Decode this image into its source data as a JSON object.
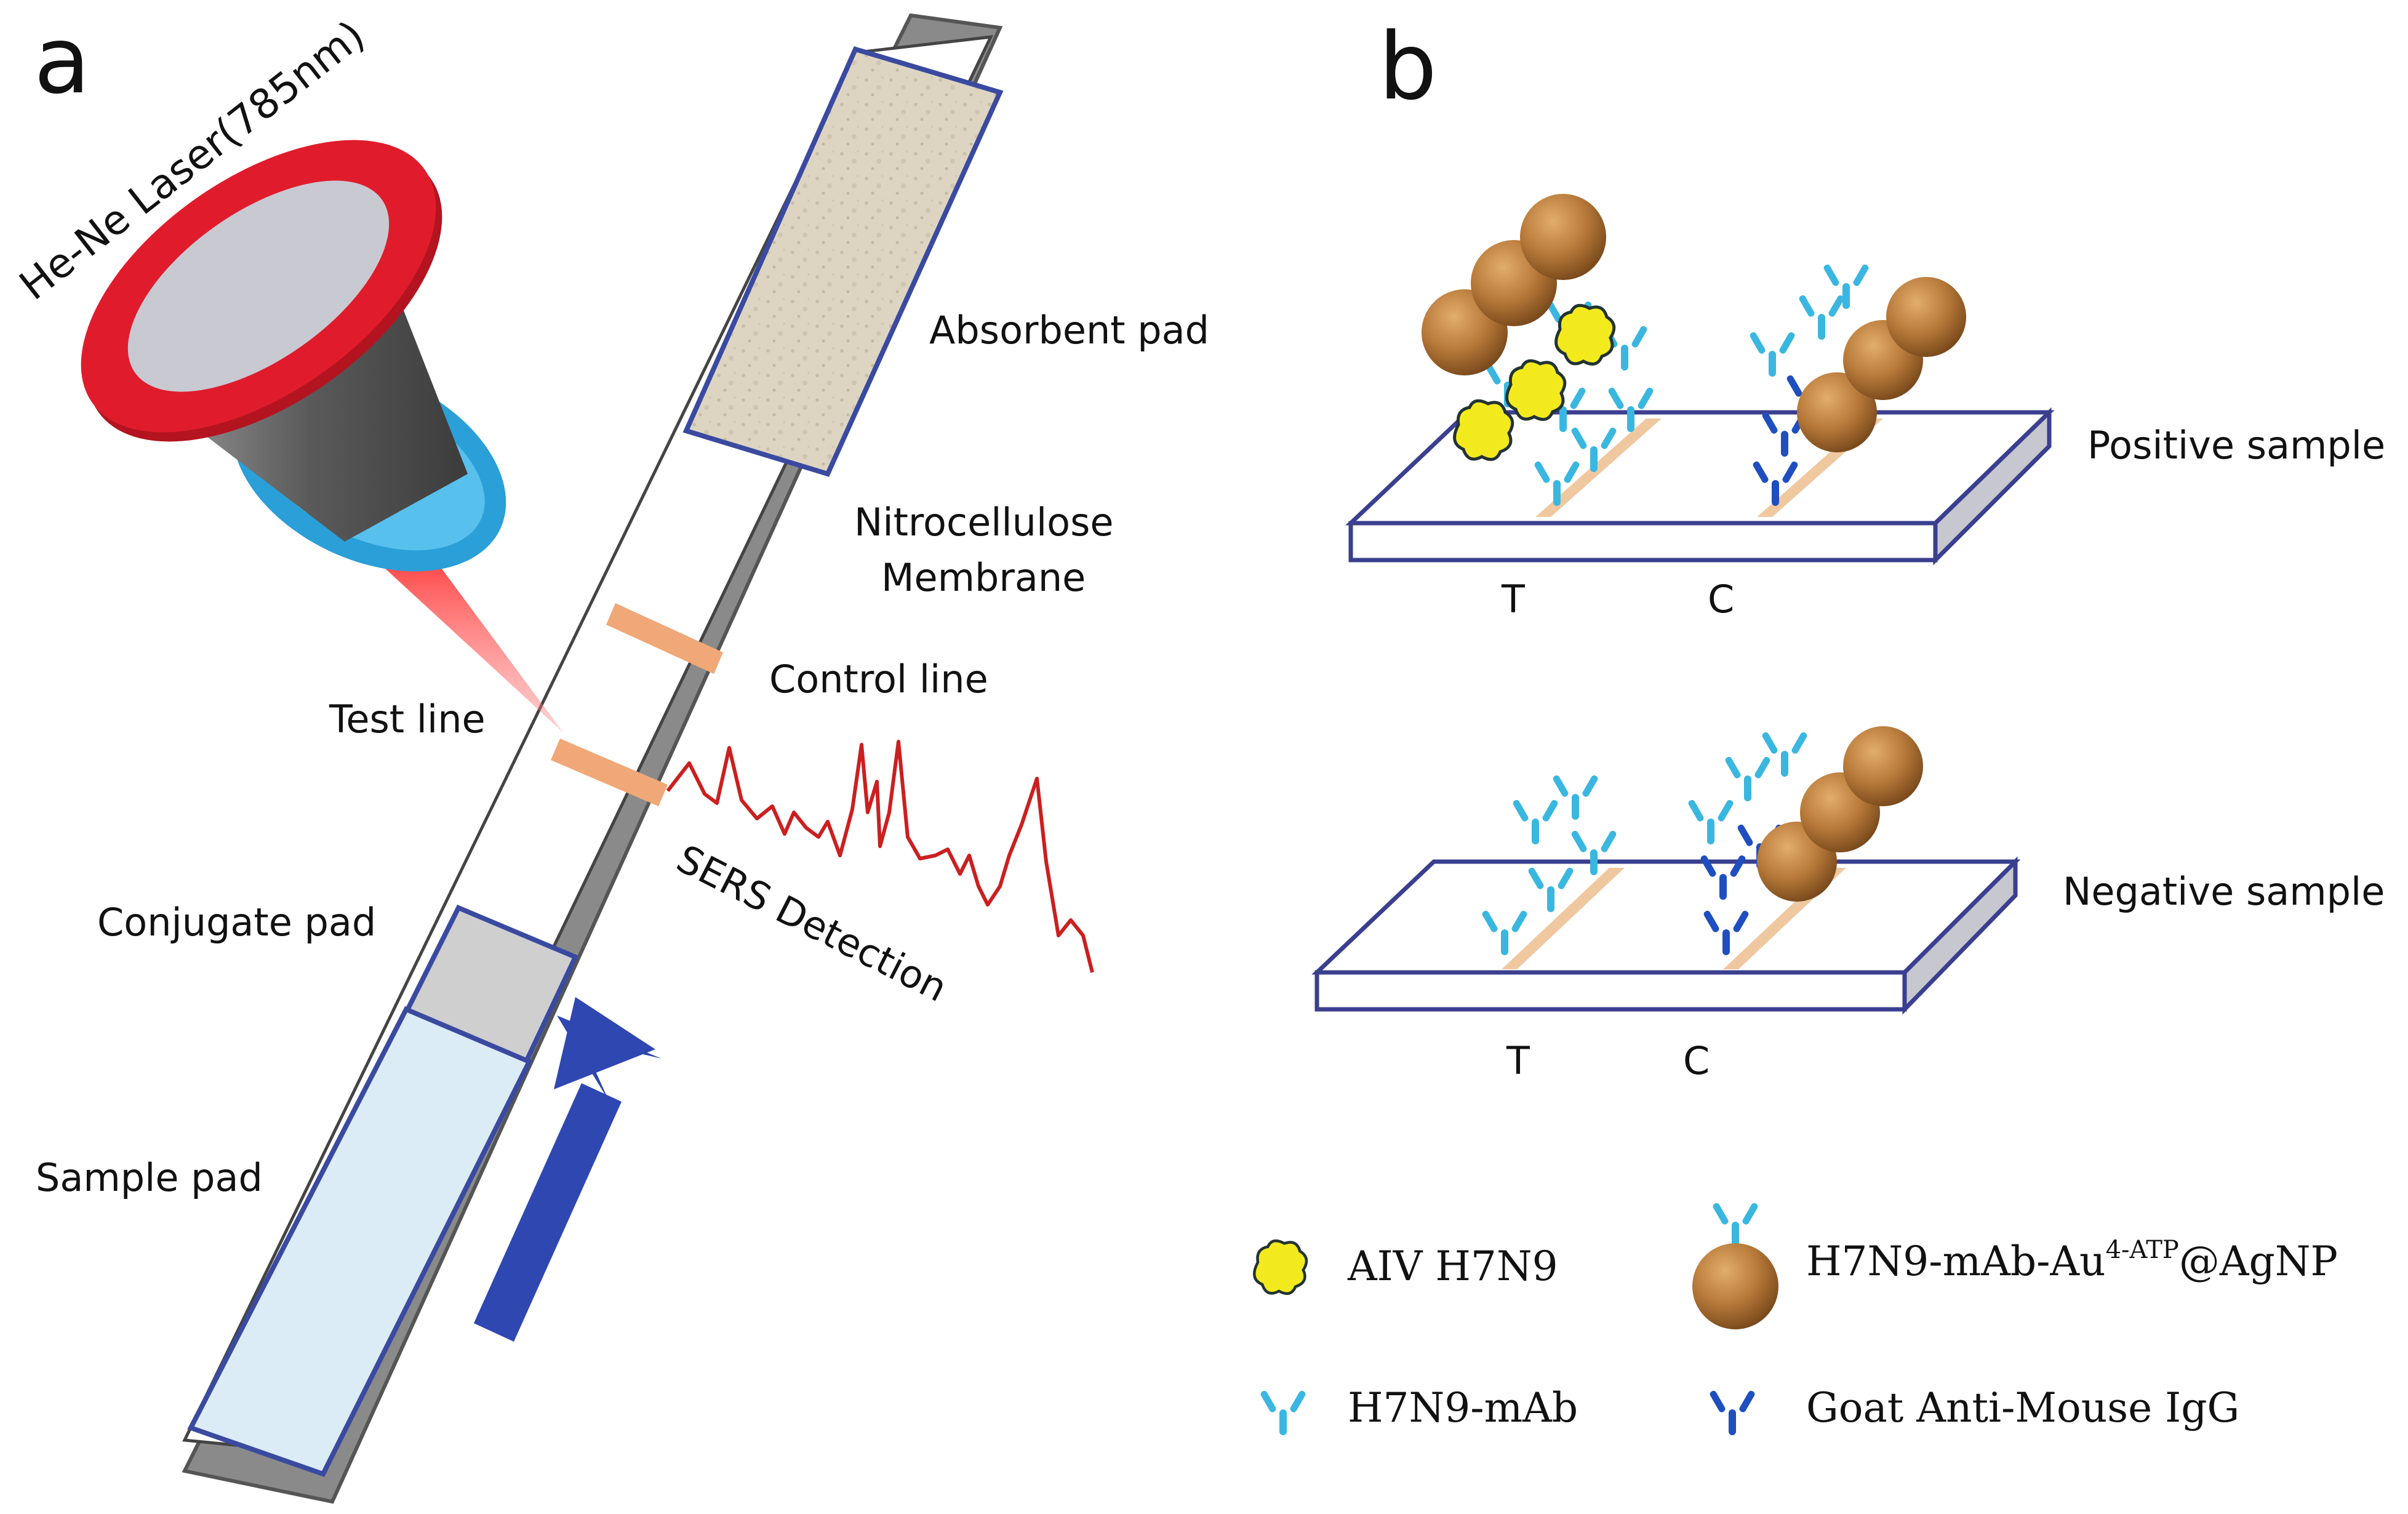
{
  "panel_a": {
    "letter": "a",
    "laser_label": "He-Ne Laser(785nm)",
    "labels": {
      "absorbent_pad": "Absorbent pad",
      "membrane_line1": "Nitrocellulose",
      "membrane_line2": "Membrane",
      "control_line": "Control line",
      "test_line": "Test line",
      "sers_detection": "SERS Detection",
      "conjugate_pad": "Conjugate pad",
      "sample_pad": "Sample pad"
    },
    "colors": {
      "laser_red": "#e01c2c",
      "laser_blue": "#2a9fd8",
      "line_orange": "#f0a878",
      "arrow_blue": "#2f47b0",
      "spectrum_red": "#cc1f1f"
    }
  },
  "panel_b": {
    "letter": "b",
    "positive_label": "Positive sample",
    "negative_label": "Negative sample",
    "positive_T": "T",
    "positive_C": "C",
    "negative_T": "T",
    "negative_C": "C",
    "legend": {
      "aiv": "AIV H7N9",
      "probe_main": "H7N9-mAb-Au",
      "probe_sup": "4-ATP",
      "probe_tail": "@AgNP",
      "mab": "H7N9-mAb",
      "igg": "Goat Anti-Mouse IgG"
    },
    "colors": {
      "nanoparticle": "#b87a3a",
      "virus": "#f2ea1c",
      "mab": "#3ab7e0",
      "igg": "#1f4fbf",
      "slab_edge": "#3a3f8f"
    }
  }
}
